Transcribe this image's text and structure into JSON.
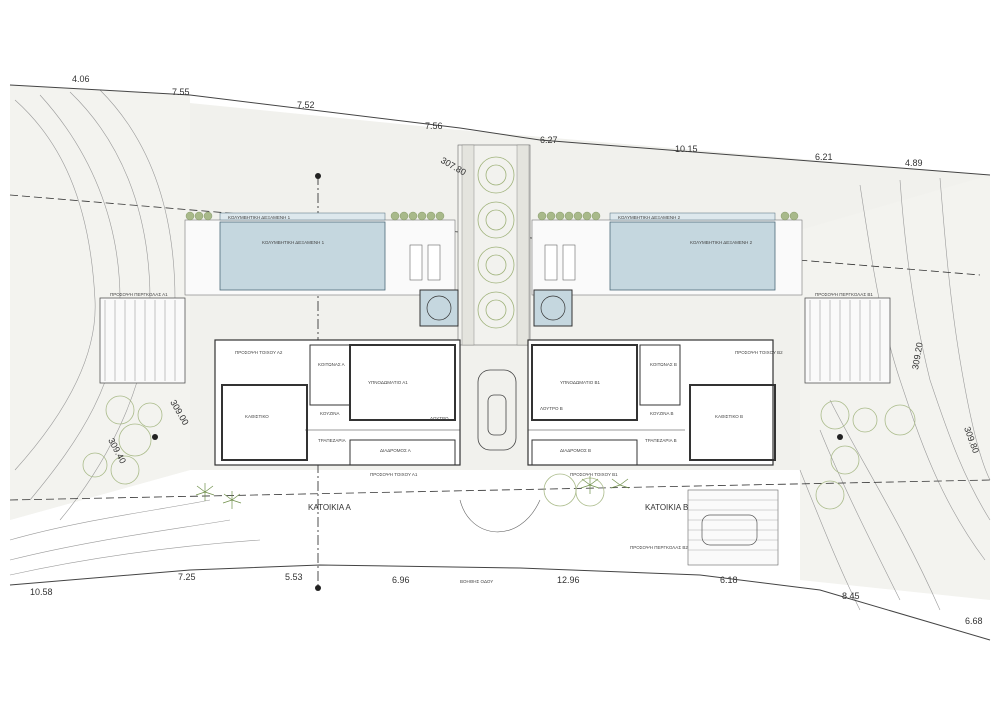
{
  "site": {
    "boundary_lengths": [
      "4.06",
      "7.55",
      "7.52",
      "7.56",
      "6.27",
      "10.15",
      "6.21",
      "4.89",
      "10.58",
      "7.25",
      "5.53",
      "6.96",
      "12.96",
      "6.18",
      "8.45",
      "6.68"
    ],
    "contour_levels": [
      "307.80",
      "309.20",
      "309.00",
      "309.40",
      "309.80"
    ],
    "road_label": "ΒΟΗΘΗΣ ΟΔΟΥ"
  },
  "houses": {
    "a": {
      "name": "ΚΑΤΟΙΚΙΑ Α",
      "pool_label": "ΚΟΛΥΜΒΗΤΙΚΗ ΔΕΞΑΜΕΝΗ 1",
      "pool_note": "ΚΟΛΥΜΒΗΤΙΚΗ ΔΕΞΑΜΕΝΗ 1",
      "pergola_label": "ΠΡΟΣΟΨΗ ΠΕΡΓΚΟΛΑΣ Α1",
      "rooms": {
        "living": "ΚΑΘΙΣΤΙΚΟ",
        "bedroom": "ΥΠΝΟΔΩΜΑΤΙΟ Α1",
        "bedroom2": "ΚΟΙΤΩΝΑΣ Α",
        "kitchen": "ΚΟΥΖΙΝΑ",
        "bath": "ΛΟΥΤΡΟ",
        "dining": "ΤΡΑΠΕΖΑΡΙΑ",
        "corridor": "ΔΙΑΔΡΟΜΟΣ Α"
      },
      "facade_label": "ΠΡΟΣΟΨΗ ΤΟΙΧΟΥ Α2",
      "facade_label2": "ΠΡΟΣΟΨΗ ΤΟΙΧΟΥ Α1"
    },
    "b": {
      "name": "ΚΑΤΟΙΚΙΑ Β",
      "pool_label": "ΚΟΛΥΜΒΗΤΙΚΗ ΔΕΞΑΜΕΝΗ 2",
      "pool_note": "ΚΟΛΥΜΒΗΤΙΚΗ ΔΕΞΑΜΕΝΗ 2",
      "pergola_label": "ΠΡΟΣΟΨΗ ΠΕΡΓΚΟΛΑΣ Β1",
      "rooms": {
        "living": "ΚΑΘΙΣΤΙΚΟ Β",
        "bedroom": "ΥΠΝΟΔΩΜΑΤΙΟ Β1",
        "bedroom2": "ΚΟΙΤΩΝΑΣ Β",
        "kitchen": "ΚΟΥΖΙΝΑ Β",
        "bath": "ΛΟΥΤΡΟ Β",
        "dining": "ΤΡΑΠΕΖΑΡΙΑ Β",
        "corridor": "ΔΙΑΔΡΟΜΟΣ Β"
      },
      "facade_label": "ΠΡΟΣΟΨΗ ΤΟΙΧΟΥ Β2",
      "facade_label2": "ΠΡΟΣΟΨΗ ΤΟΙΧΟΥ Β1",
      "parking_label": "ΠΡΟΣΟΨΗ ΠΕΡΓΚΟΛΑΣ Β2"
    }
  },
  "colors": {
    "pool": "#c5d7df",
    "terrain": "#eeeeea",
    "lines": "#555555",
    "tree": "#b9c79a"
  }
}
